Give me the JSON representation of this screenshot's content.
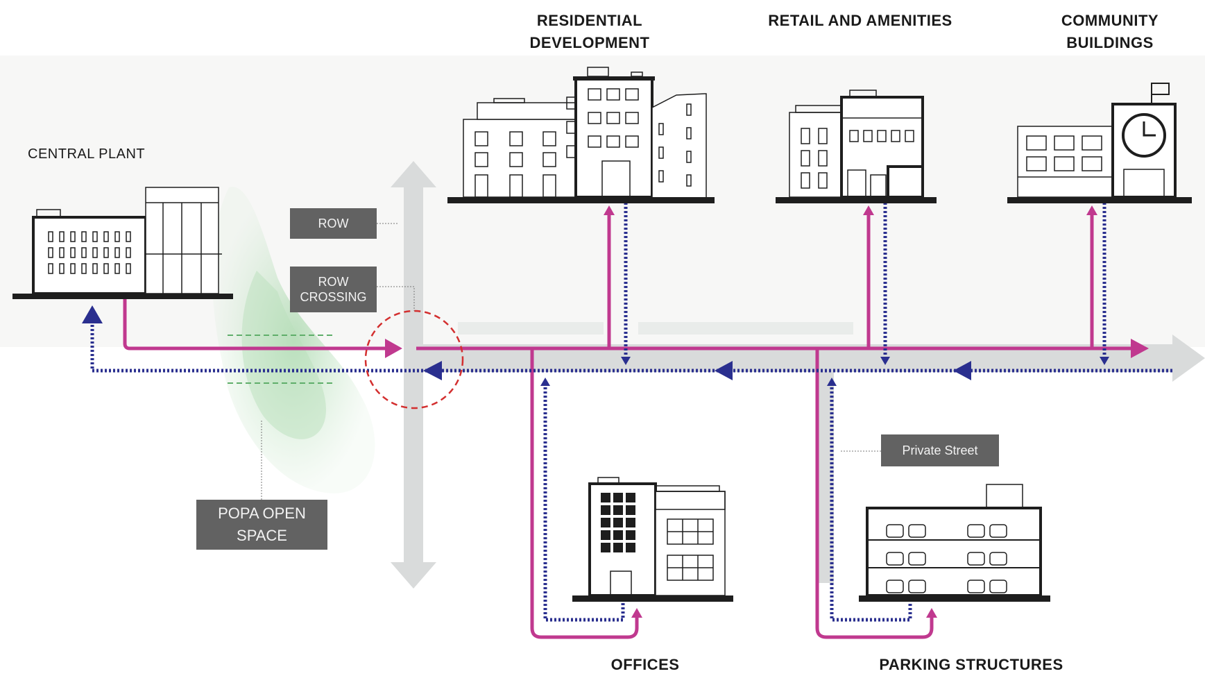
{
  "headings": {
    "central_plant": "CENTRAL PLANT",
    "residential": "RESIDENTIAL\nDEVELOPMENT",
    "retail": "RETAIL AND AMENITIES",
    "community": "COMMUNITY\nBUILDINGS",
    "offices": "OFFICES",
    "parking": "PARKING STRUCTURES"
  },
  "labels": {
    "row": "ROW",
    "row_crossing": "ROW\nCROSSING",
    "private_street": "Private Street",
    "popa": "POPA OPEN\nSPACE"
  },
  "colors": {
    "supply": "#c0398f",
    "return": "#2a2f8f",
    "street": "#d9dbdb",
    "label_box": "#626262",
    "crossing": "#d32f2f",
    "open_space": "#9fd4a3"
  }
}
